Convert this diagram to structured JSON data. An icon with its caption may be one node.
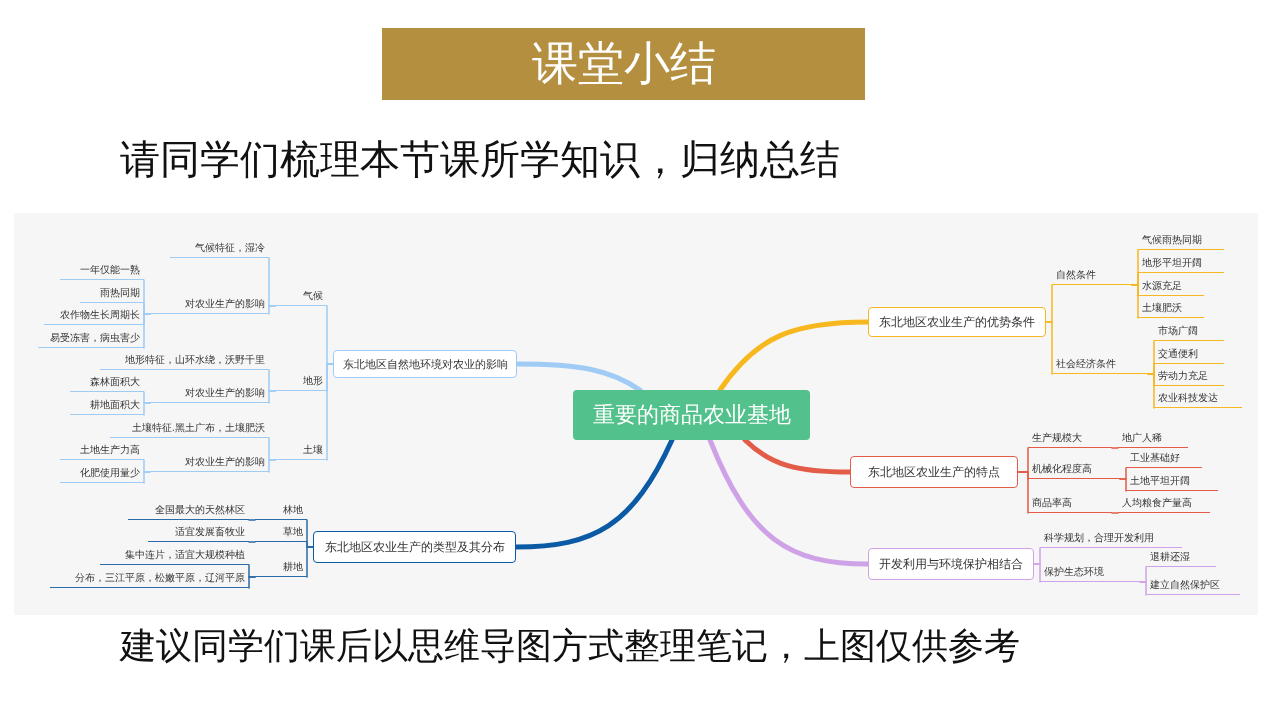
{
  "diagram": {
    "title": "课堂小结",
    "nodes": [
      {
        "text": [
          "重要的商品农业基地"
        ]
      },
      {
        "text": [
          "东北地区自然地环境对农业的影响"
        ]
      },
      {
        "text": [
          "气候"
        ]
      },
      {
        "text": [
          "气候特征，湿冷"
        ]
      },
      {
        "text": [
          "对农业生产的影响"
        ]
      },
      {
        "text": [
          "一年仅能一熟"
        ]
      },
      {
        "text": [
          "雨热同期"
        ]
      },
      {
        "text": [
          "农作物生长周期长"
        ]
      },
      {
        "text": [
          "易受冻害，病虫害少"
        ]
      },
      {
        "text": [
          "地形"
        ]
      },
      {
        "text": [
          "地形特征，山环水绕，沃野千里"
        ]
      },
      {
        "text": [
          "对农业生产的影响"
        ]
      },
      {
        "text": [
          "森林面积大"
        ]
      },
      {
        "text": [
          "耕地面积大"
        ]
      },
      {
        "text": [
          "土壤"
        ]
      },
      {
        "text": [
          "土壤特征.黑土广布，土壤肥沃"
        ]
      },
      {
        "text": [
          "对农业生产的影响"
        ]
      },
      {
        "text": [
          "土地生产力高"
        ]
      },
      {
        "text": [
          "化肥使用量少"
        ]
      },
      {
        "text": [
          "东北地区农业生产的类型及其分布"
        ]
      },
      {
        "text": [
          "林地"
        ]
      },
      {
        "text": [
          "全国最大的天然林区"
        ]
      },
      {
        "text": [
          "草地"
        ]
      },
      {
        "text": [
          "适宜发展畜牧业"
        ]
      },
      {
        "text": [
          "耕地"
        ]
      },
      {
        "text": [
          "集中连片，适宜大规模种植"
        ]
      },
      {
        "text": [
          "分布，三江平原，松嫩平原，辽河平原"
        ]
      },
      {
        "text": [
          "东北地区农业生产的优势条件"
        ]
      },
      {
        "text": [
          "自然条件"
        ]
      },
      {
        "text": [
          "气候雨热同期"
        ]
      },
      {
        "text": [
          "地形平坦开阔"
        ]
      },
      {
        "text": [
          "水源充足"
        ]
      },
      {
        "text": [
          "土壤肥沃"
        ]
      },
      {
        "text": [
          "社会经济条件"
        ]
      },
      {
        "text": [
          "市场广阔"
        ]
      },
      {
        "text": [
          "交通便利"
        ]
      },
      {
        "text": [
          "劳动力充足"
        ]
      },
      {
        "text": [
          "农业科技发达"
        ]
      },
      {
        "text": [
          "东北地区农业生产的特点"
        ]
      },
      {
        "text": [
          "生产规模大"
        ]
      },
      {
        "text": [
          "地广人稀"
        ]
      },
      {
        "text": [
          "机械化程度高"
        ]
      },
      {
        "text": [
          "工业基础好"
        ]
      },
      {
        "text": [
          "土地平坦开阔"
        ]
      },
      {
        "text": [
          "商品率高"
        ]
      },
      {
        "text": [
          "人均粮食产量高"
        ]
      },
      {
        "text": [
          "开发利用与环境保护相结合"
        ]
      },
      {
        "text": [
          "科学规划，合理开发利用"
        ]
      },
      {
        "text": [
          "保护生态环境"
        ]
      },
      {
        "text": [
          "退耕还湿"
        ]
      },
      {
        "text": [
          "建立自然保护区"
        ]
      }
    ],
    "edges": [
      {
        "from": 0,
        "to": 1,
        "arrow": "none",
        "style": "thick",
        "color": "#9fcbf5"
      },
      {
        "from": 1,
        "to": 2,
        "arrow": "none",
        "color": "#9fcbf5"
      },
      {
        "from": 1,
        "to": 9,
        "arrow": "none",
        "color": "#9fcbf5"
      },
      {
        "from": 1,
        "to": 14,
        "arrow": "none",
        "color": "#9fcbf5"
      },
      {
        "from": 2,
        "to": 3,
        "arrow": "none",
        "color": "#9fcbf5"
      },
      {
        "from": 2,
        "to": 4,
        "arrow": "none",
        "color": "#9fcbf5"
      },
      {
        "from": 4,
        "to": 5,
        "arrow": "none",
        "color": "#9fcbf5"
      },
      {
        "from": 4,
        "to": 6,
        "arrow": "none",
        "color": "#9fcbf5"
      },
      {
        "from": 4,
        "to": 7,
        "arrow": "none",
        "color": "#9fcbf5"
      },
      {
        "from": 4,
        "to": 8,
        "arrow": "none",
        "color": "#9fcbf5"
      },
      {
        "from": 9,
        "to": 10,
        "arrow": "none",
        "color": "#9fcbf5"
      },
      {
        "from": 9,
        "to": 11,
        "arrow": "none",
        "color": "#9fcbf5"
      },
      {
        "from": 11,
        "to": 12,
        "arrow": "none",
        "color": "#9fcbf5"
      },
      {
        "from": 11,
        "to": 13,
        "arrow": "none",
        "color": "#9fcbf5"
      },
      {
        "from": 14,
        "to": 15,
        "arrow": "none",
        "color": "#9fcbf5"
      },
      {
        "from": 14,
        "to": 16,
        "arrow": "none",
        "color": "#9fcbf5"
      },
      {
        "from": 16,
        "to": 17,
        "arrow": "none",
        "color": "#9fcbf5"
      },
      {
        "from": 16,
        "to": 18,
        "arrow": "none",
        "color": "#9fcbf5"
      },
      {
        "from": 0,
        "to": 19,
        "arrow": "none",
        "style": "thick",
        "color": "#0b5aa6"
      },
      {
        "from": 19,
        "to": 20,
        "arrow": "none",
        "color": "#2b6aa8"
      },
      {
        "from": 19,
        "to": 22,
        "arrow": "none",
        "color": "#2b6aa8"
      },
      {
        "from": 19,
        "to": 24,
        "arrow": "none",
        "color": "#2b6aa8"
      },
      {
        "from": 20,
        "to": 21,
        "arrow": "none",
        "color": "#2b6aa8"
      },
      {
        "from": 22,
        "to": 23,
        "arrow": "none",
        "color": "#2b6aa8"
      },
      {
        "from": 24,
        "to": 25,
        "arrow": "none",
        "color": "#2b6aa8"
      },
      {
        "from": 24,
        "to": 26,
        "arrow": "none",
        "color": "#2b6aa8"
      },
      {
        "from": 0,
        "to": 27,
        "arrow": "none",
        "style": "thick",
        "color": "#f6b81e"
      },
      {
        "from": 27,
        "to": 28,
        "arrow": "none",
        "color": "#f6b81e"
      },
      {
        "from": 27,
        "to": 33,
        "arrow": "none",
        "color": "#f6b81e"
      },
      {
        "from": 28,
        "to": 29,
        "arrow": "none",
        "color": "#f6b81e"
      },
      {
        "from": 28,
        "to": 30,
        "arrow": "none",
        "color": "#f6b81e"
      },
      {
        "from": 28,
        "to": 31,
        "arrow": "none",
        "color": "#f6b81e"
      },
      {
        "from": 28,
        "to": 32,
        "arrow": "none",
        "color": "#f6b81e"
      },
      {
        "from": 33,
        "to": 34,
        "arrow": "none",
        "color": "#f6b81e"
      },
      {
        "from": 33,
        "to": 35,
        "arrow": "none",
        "color": "#f6b81e"
      },
      {
        "from": 33,
        "to": 36,
        "arrow": "none",
        "color": "#f6b81e"
      },
      {
        "from": 33,
        "to": 37,
        "arrow": "none",
        "color": "#f6b81e"
      },
      {
        "from": 0,
        "to": 38,
        "arrow": "none",
        "style": "thick",
        "color": "#e25c48"
      },
      {
        "from": 38,
        "to": 39,
        "arrow": "none",
        "color": "#e25c48"
      },
      {
        "from": 38,
        "to": 41,
        "arrow": "none",
        "color": "#e25c48"
      },
      {
        "from": 38,
        "to": 44,
        "arrow": "none",
        "color": "#e25c48"
      },
      {
        "from": 39,
        "to": 40,
        "arrow": "none",
        "color": "#e25c48"
      },
      {
        "from": 41,
        "to": 42,
        "arrow": "none",
        "color": "#e25c48"
      },
      {
        "from": 41,
        "to": 43,
        "arrow": "none",
        "color": "#e25c48"
      },
      {
        "from": 44,
        "to": 45,
        "arrow": "none",
        "color": "#e25c48"
      },
      {
        "from": 0,
        "to": 46,
        "arrow": "none",
        "style": "thick",
        "color": "#cfa2e8"
      },
      {
        "from": 46,
        "to": 47,
        "arrow": "none",
        "color": "#cfa2e8"
      },
      {
        "from": 46,
        "to": 48,
        "arrow": "none",
        "color": "#cfa2e8"
      },
      {
        "from": 48,
        "to": 49,
        "arrow": "none",
        "color": "#cfa2e8"
      },
      {
        "from": 48,
        "to": 50,
        "arrow": "none",
        "color": "#cfa2e8"
      }
    ],
    "labels": [
      "请同学们梳理本节课所学知识，归纳总结",
      "建议同学们课后以思维导图方式整理笔记，上图仅供参考"
    ]
  }
}
